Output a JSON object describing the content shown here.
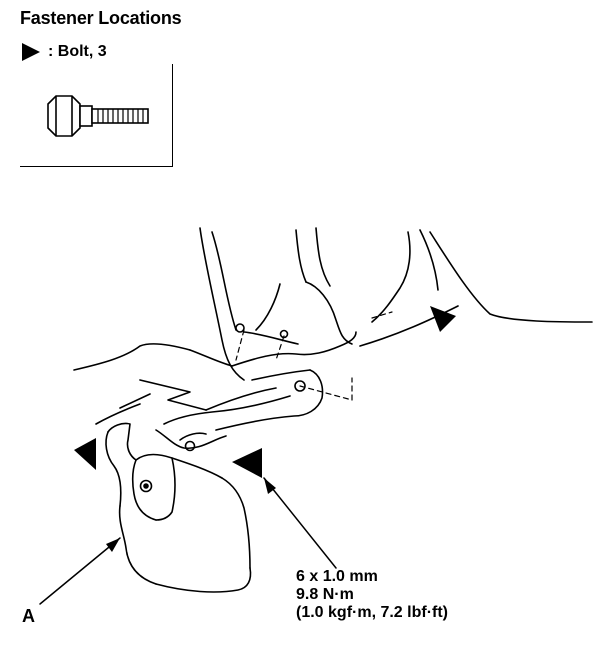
{
  "header": {
    "title": "Fastener Locations"
  },
  "legend": {
    "label": ": Bolt, 3",
    "marker_icon": "triangle-pointer-icon",
    "bolt_icon": "hex-bolt-icon"
  },
  "callouts": {
    "spec_line1": "6 x 1.0 mm",
    "spec_line2": "9.8 N·m",
    "spec_line3": "(1.0 kgf·m, 7.2 lbf·ft)",
    "part_a": "A"
  },
  "colors": {
    "ink": "#000000",
    "background": "#ffffff"
  }
}
